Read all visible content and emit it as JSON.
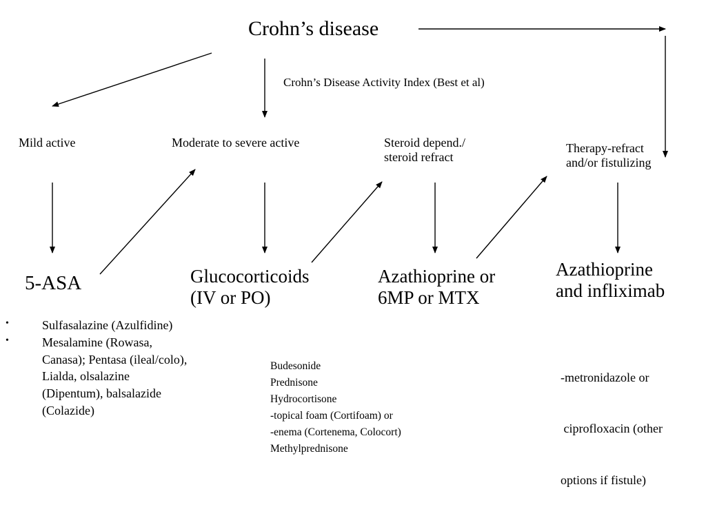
{
  "title": "Crohn’s disease",
  "index_label": "Crohn’s Disease Activity Index (Best et al)",
  "stages": {
    "mild": "Mild active",
    "moderate": "Moderate to severe active",
    "steroid": [
      "Steroid depend./",
      "steroid refract"
    ],
    "refractory": [
      "Therapy-refract",
      "and/or fistulizing"
    ]
  },
  "treatments": {
    "asa": "5-ASA",
    "glucocorticoids": [
      "Glucocorticoids",
      "(IV or PO)"
    ],
    "azathioprine_mtx": [
      "Azathioprine or",
      "6MP or MTX"
    ],
    "azathioprine_infliximab": [
      "Azathioprine",
      "and infliximab"
    ]
  },
  "asa_list": [
    "Sulfasalazine (Azulfidine)",
    "Mesalamine (Rowasa, Canasa); Pentasa (ileal/colo), Lialda, olsalazine (Dipentum), balsalazide (Colazide)"
  ],
  "bullet_symbol": "•",
  "steroid_list": [
    "Budesonide",
    "Prednisone",
    "Hydrocortisone",
    "-topical foam (Cortifoam) or",
    "-enema (Cortenema, Colocort)",
    "Methylprednisone"
  ],
  "fistula_note": [
    "-metronidazole or",
    " ciprofloxacin (other",
    "options if fistule)"
  ]
}
